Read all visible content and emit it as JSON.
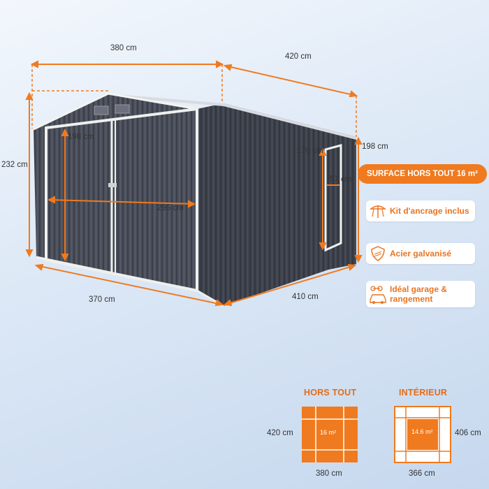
{
  "dimensions": {
    "front_width_top": "380 cm",
    "depth_top": "420 cm",
    "total_height": "232 cm",
    "side_height": "198 cm",
    "door_height": "198 cm",
    "inner_height": "170 cm",
    "door_width": "295 cm",
    "side_door_width": "57 cm",
    "front_width_bottom": "370 cm",
    "depth_bottom": "410 cm"
  },
  "badge": {
    "label": "SURFACE HORS TOUT 16 m²"
  },
  "features": [
    {
      "icon": "anchor-kit-icon",
      "label": "Kit d'ancrage inclus"
    },
    {
      "icon": "galvanized-steel-shield-icon",
      "label": "Acier galvanisé"
    },
    {
      "icon": "garage-storage-icon",
      "label_line1": "Idéal garage &",
      "label_line2": "rangement"
    }
  ],
  "plans": {
    "exterior": {
      "title": "HORS TOUT",
      "area": "16 m²",
      "depth": "420 cm",
      "width": "380 cm"
    },
    "interior": {
      "title": "INTÉRIEUR",
      "area": "14.6 m²",
      "depth": "406 cm",
      "width": "366 cm"
    }
  },
  "colors": {
    "accent": "#f07a1f",
    "shed": "#4a4f5a",
    "trim": "#eef0ee"
  }
}
